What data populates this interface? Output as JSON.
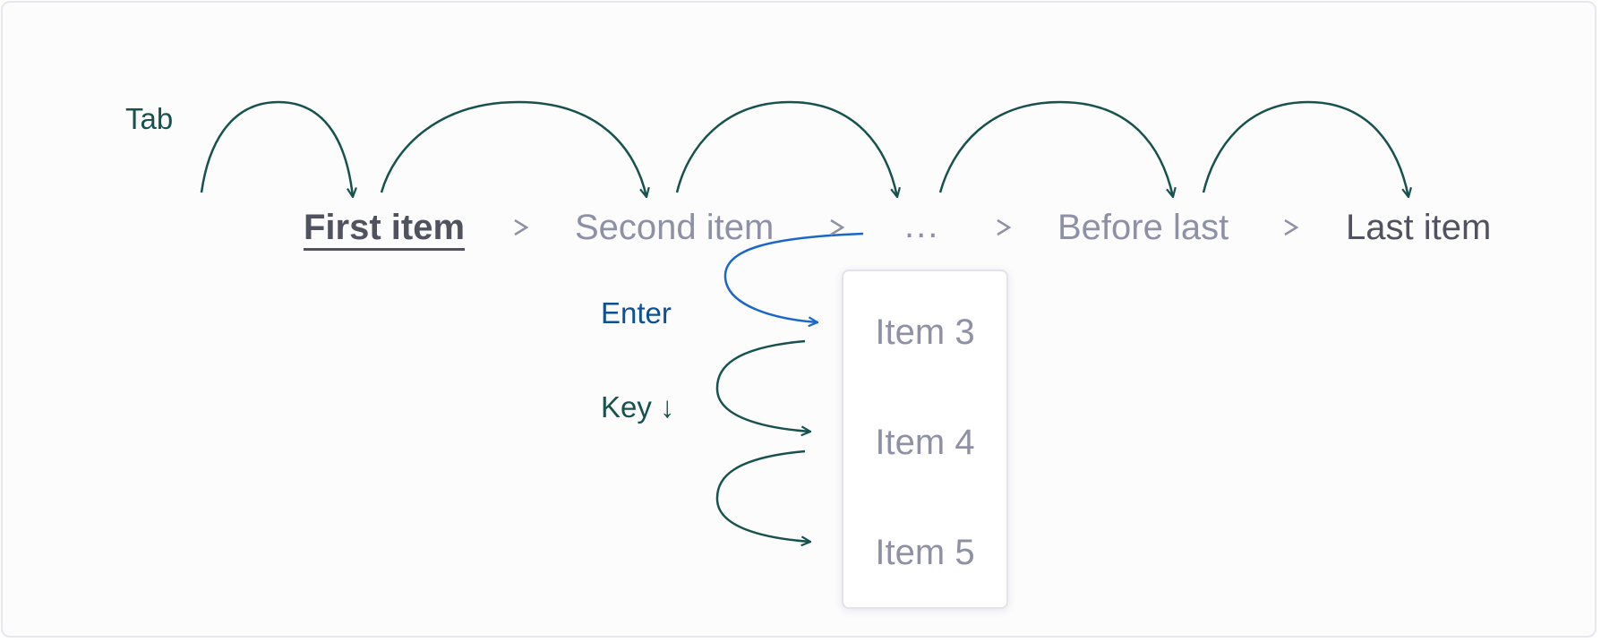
{
  "colors": {
    "tab_arrow": "#17524f",
    "enter_arrow": "#1a66c9",
    "current_text": "#50525f",
    "link_text": "#8e91a6",
    "separator": "#8e91a6"
  },
  "labels": {
    "tab": "Tab",
    "enter": "Enter",
    "key": "Key ↓"
  },
  "breadcrumb": {
    "items": [
      {
        "label": "First item",
        "state": "current"
      },
      {
        "label": "Second item",
        "state": "link"
      },
      {
        "label": "...",
        "state": "collapsed"
      },
      {
        "label": "Before last",
        "state": "link"
      },
      {
        "label": "Last item",
        "state": "last"
      }
    ],
    "separator_icon": "chevron-right-icon"
  },
  "dropdown": {
    "items": [
      "Item 3",
      "Item 4",
      "Item 5"
    ]
  }
}
